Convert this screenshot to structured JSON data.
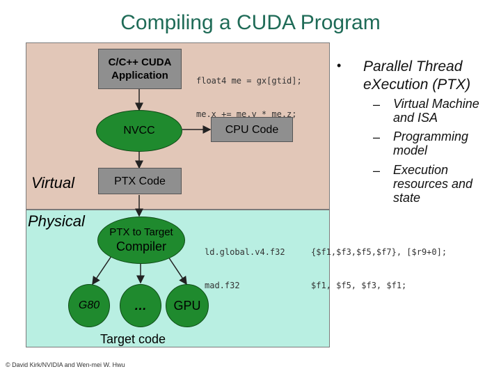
{
  "title": "Compiling a CUDA Program",
  "labels": {
    "virtual": "Virtual",
    "physical": "Physical",
    "target_code": "Target code"
  },
  "nodes": {
    "app_line1": "C/C++ CUDA",
    "app_line2": "Application",
    "nvcc": "NVCC",
    "cpu_code": "CPU Code",
    "ptx_code": "PTX Code",
    "ptx_target_line1": "PTX to Target",
    "ptx_target_line2": "Compiler",
    "g80": "G80",
    "ellipsis": "…",
    "gpu": "GPU"
  },
  "code": {
    "source_line1": "float4 me = gx[gtid];",
    "source_line2": "me.x += me.y * me.z;",
    "ptx_line1": "ld.global.v4.f32",
    "ptx_line2": "mad.f32",
    "operands_line1": "{$f1,$f3,$f5,$f7}, [$r9+0];",
    "operands_line2": "$f1, $f5, $f3, $f1;"
  },
  "bullets": {
    "main_line1": "Parallel Thread",
    "main_line2": "eXecution (PTX)",
    "sub": [
      {
        "line1": "Virtual Machine",
        "line2": "and ISA"
      },
      {
        "line1": "Programming",
        "line2": "model"
      },
      {
        "line1": "Execution",
        "line2": "resources and",
        "line3": "state"
      }
    ]
  },
  "copyright": "© David Kirk/NVIDIA and Wen-mei W. Hwu",
  "colors": {
    "title": "#1f6b57",
    "virtual_bg": "#e2c7b8",
    "physical_bg": "#b9efe2",
    "ellipse_fill": "#1f8a2e",
    "rect_fill": "#8f8f8f"
  }
}
